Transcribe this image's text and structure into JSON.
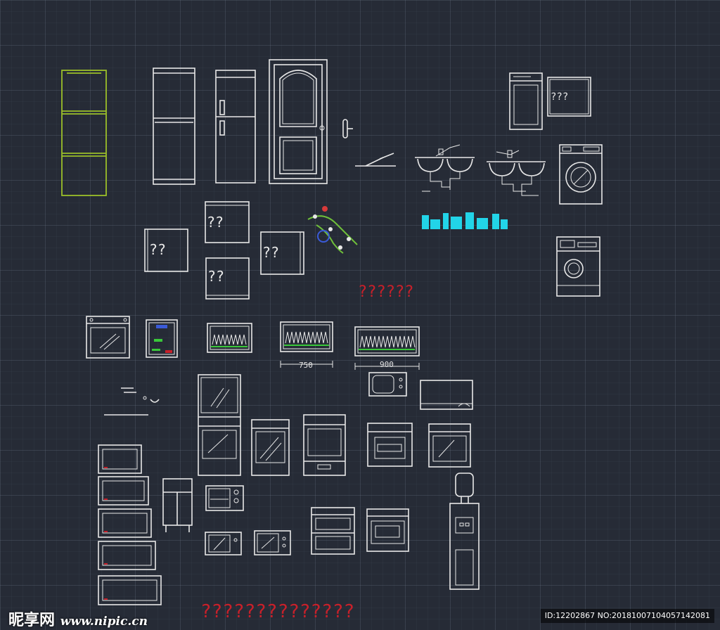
{
  "texts": {
    "wardrobe_a": "??",
    "wardrobe_b": "??",
    "wardrobe_c": "??",
    "wardrobe_d": "??",
    "wardrobe_e": "???",
    "red_row_mid": "??????",
    "red_row_bottom": "??????????????",
    "dim_750": "750",
    "dim_900": "900"
  },
  "watermark": {
    "brand": "昵享网",
    "url": "www.nipic.cn",
    "id_text": "ID:12202867 NO:20181007104057142081"
  },
  "colors": {
    "background": "#262b36",
    "linework": "#e8e8e8",
    "fridge_green": "#9bbf2a",
    "annotation_red": "#c8202a",
    "cyan_blocks": "#22d4e8"
  }
}
